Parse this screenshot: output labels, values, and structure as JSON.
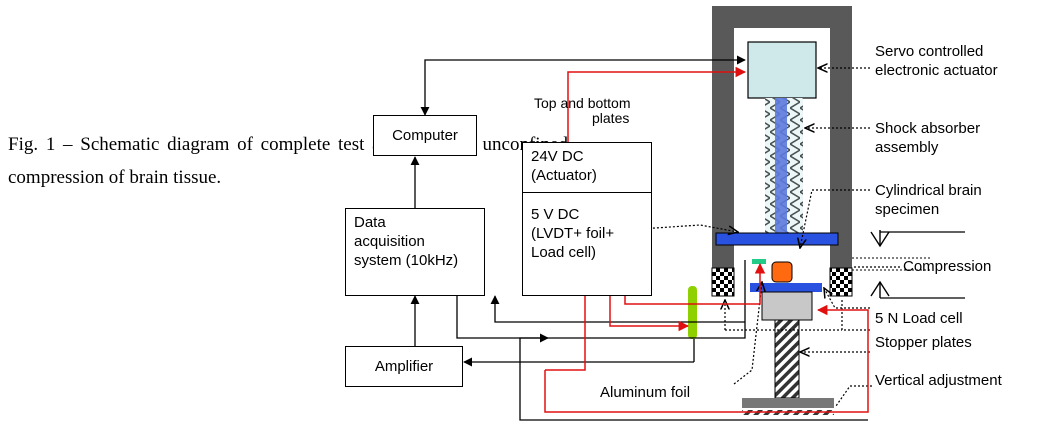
{
  "caption": {
    "line1": "Fig. 1 – Schematic diagram of complete test apparatus for unconfined",
    "line2": "compression of brain tissue."
  },
  "boxes": {
    "computer": "Computer",
    "power_actuator_line1": "24V DC",
    "power_actuator_line2": "(Actuator)",
    "power_sensors_line1": "5 V DC",
    "power_sensors_line2": "(LVDT+ foil+",
    "power_sensors_line3": "Load cell)",
    "daq_line1": "Data",
    "daq_line2": "acquisition",
    "daq_line3": "system (10kHz)",
    "amplifier": "Amplifier"
  },
  "labels": {
    "plates_line1": "Top and bottom",
    "plates_line2": "plates",
    "actuator_line1": "Servo controlled",
    "actuator_line2": "electronic actuator",
    "shock_line1": "Shock absorber",
    "shock_line2": "assembly",
    "specimen_line1": "Cylindrical brain",
    "specimen_line2": "specimen",
    "compression": "Compression",
    "load_cell": "5 N Load cell",
    "stopper": "Stopper plates",
    "vertical": "Vertical adjustment",
    "foil": "Aluminum foil"
  },
  "colors": {
    "frame": "#595959",
    "actuator": "#cfe8ea",
    "spring": "#1f3fd6",
    "plate": "#2a52e0",
    "specimen": "#ff6a10",
    "lvdt": "#8fd000",
    "red_wire": "#e01010",
    "foil": "#22cc88"
  }
}
